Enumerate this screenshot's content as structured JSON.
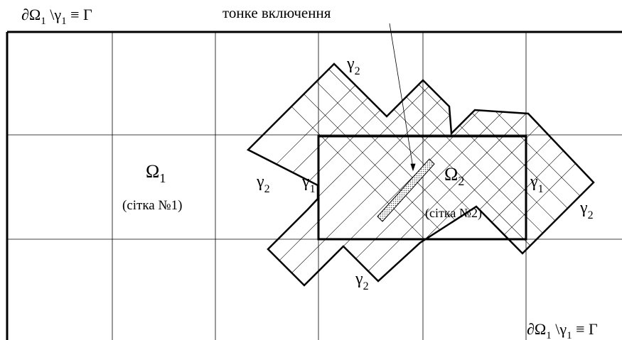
{
  "labels": {
    "boundary_top": {
      "main": "∂Ω",
      "sub": "1",
      "rest": " \\γ",
      "sub2": "1",
      "tail": " ≡ Γ"
    },
    "boundary_bottom": {
      "main": "∂Ω",
      "sub": "1",
      "rest": " \\γ",
      "sub2": "1",
      "tail": " ≡ Γ"
    },
    "inclusion_label": "тонке включення",
    "omega1": {
      "main": "Ω",
      "sub": "1",
      "grid": "(сітка №1)"
    },
    "omega2": {
      "main": "Ω",
      "sub": "2",
      "grid": "(сітка №2)"
    },
    "gamma1": {
      "main": "γ",
      "sub": "1"
    },
    "gamma2": {
      "main": "γ",
      "sub": "2"
    }
  },
  "colors": {
    "line": "#000000",
    "inclusion_fill": "#bdbdbd"
  }
}
